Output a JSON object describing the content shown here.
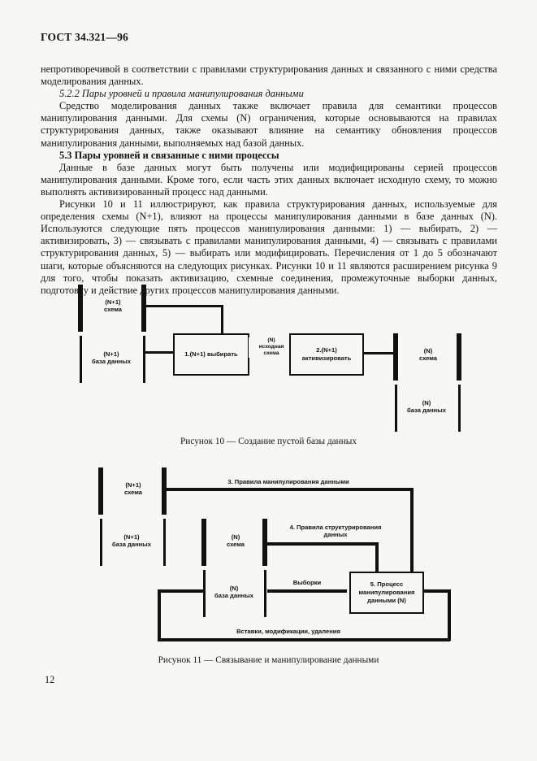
{
  "document": {
    "header": "ГОСТ 34.321—96",
    "page_number": "12"
  },
  "body": {
    "paragraphs": [
      {
        "style": "plain-noindent",
        "text": "непротиворечивой в соответствии с правилами структурирования данных и связанного с ними средства моделирования данных."
      },
      {
        "style": "subhead",
        "text": "5.2.2  Пары уровней и правила манипулирования данными"
      },
      {
        "style": "plain",
        "text": "Средство моделирования данных также включает правила для семантики процессов манипулирования данными. Для схемы (N) ограничения, которые основываются на правилах структурирования данных, также оказывают влияние на семантику обновления процессов манипулирования данными, выполняемых над базой данных."
      },
      {
        "style": "head",
        "text": "5.3  Пары уровней и связанные с ними процессы"
      },
      {
        "style": "plain",
        "text": "Данные в базе данных могут быть получены или модифицированы серией процессов манипулирования данными. Кроме того, если часть этих данных включает исходную схему, то можно выполнять активизированный процесс над данными."
      },
      {
        "style": "plain",
        "text": "Рисунки 10 и 11 иллюстрируют, как правила структурирования данных, используемые для определения схемы (N+1), влияют на процессы манипулирования данными в базе данных (N). Используются следующие пять процессов манипулирования данными: 1) — выбирать, 2) — активизировать, 3) — связывать с правилами манипулирования данными, 4) — связывать с правилами структурирования данных, 5) — выбирать или модифицировать. Перечисления от 1 до 5 обозначают шаги, которые объясняются на следующих рисунках. Рисунки 10 и 11 являются расширением рисунка 9 для того, чтобы показать активизацию, схемные соединения, промежуточные выборки данных, подготовку и действие других процессов манипулирования данными."
      }
    ]
  },
  "figure10": {
    "caption": "Рисунок 10 — Создание пустой базы данных",
    "labels": {
      "np1_schema": "(N+1)\nсхема",
      "np1_db": "(N+1)\nбаза данных",
      "n_source_schema": "(N)\nисходная\nсхема",
      "n_schema": "(N)\nсхема",
      "n_db": "(N)\nбаза данных"
    },
    "boxes": {
      "select": "1.(N+1)\nвыбирать",
      "activate": "2.(N+1)\nактивизировать"
    }
  },
  "figure11": {
    "caption": "Рисунок 11 — Связывание и манипулирование данными",
    "labels": {
      "np1_schema": "(N+1)\nсхема",
      "np1_db": "(N+1)\nбаза данных",
      "n_schema": "(N)\nсхема",
      "n_db": "(N)\nбаза данных",
      "rule3": "3. Правила манипулирования данными",
      "rule4": "4. Правила структурирования\nданных",
      "selections": "Выборки",
      "bottom_flow": "Вставки, модификации, удаления"
    },
    "boxes": {
      "dm_process": "5. Процесс\nманипулирования\nданными (N)"
    }
  },
  "colors": {
    "ink": "#111111",
    "paper": "#f7f7f5"
  }
}
